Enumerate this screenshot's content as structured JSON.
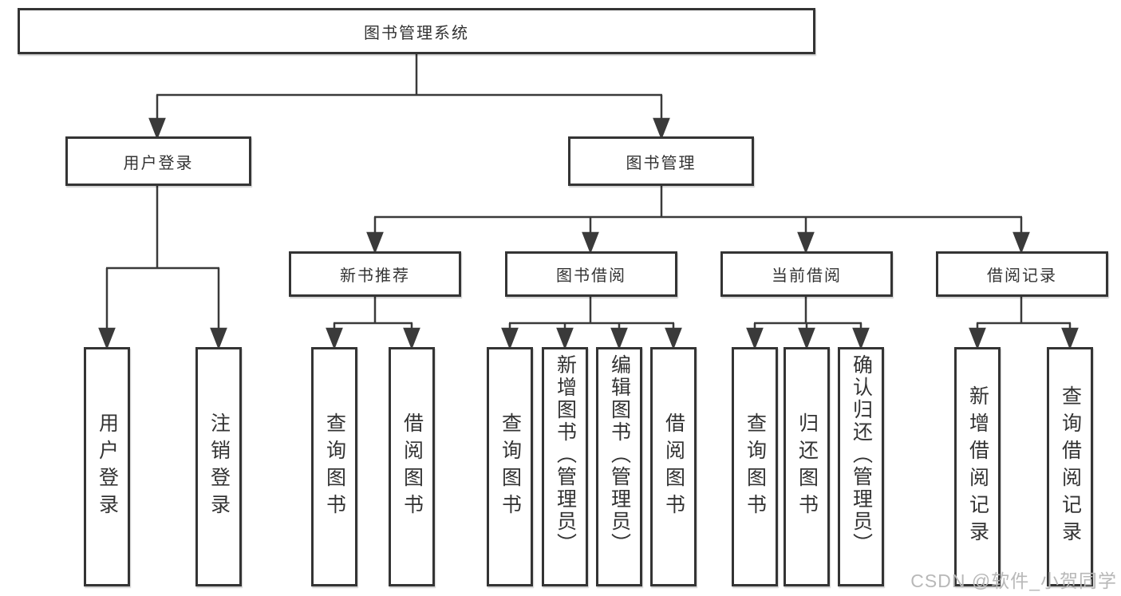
{
  "tree": {
    "root": {
      "label": "图书管理系统"
    },
    "branches": [
      {
        "label": "用户登录",
        "children": [
          {
            "label": "用户登录"
          },
          {
            "label": "注销登录"
          }
        ]
      },
      {
        "label": "图书管理",
        "children": [
          {
            "label": "新书推荐",
            "children": [
              {
                "label": "查询图书"
              },
              {
                "label": "借阅图书"
              }
            ]
          },
          {
            "label": "图书借阅",
            "children": [
              {
                "label": "查询图书"
              },
              {
                "label": "新增图书（管理员）"
              },
              {
                "label": "编辑图书（管理员）"
              },
              {
                "label": "借阅图书"
              }
            ]
          },
          {
            "label": "当前借阅",
            "children": [
              {
                "label": "查询图书"
              },
              {
                "label": "归还图书"
              },
              {
                "label": "确认归还（管理员）"
              }
            ]
          },
          {
            "label": "借阅记录",
            "children": [
              {
                "label": "新增借阅记录"
              },
              {
                "label": "查询借阅记录"
              }
            ]
          }
        ]
      }
    ]
  },
  "watermark": "CSDN @软件_小贺同学",
  "colors": {
    "line": "#3a3a3a",
    "box_border": "#343434",
    "text": "#333333",
    "watermark": "#b8b8b8",
    "background": "#ffffff"
  }
}
